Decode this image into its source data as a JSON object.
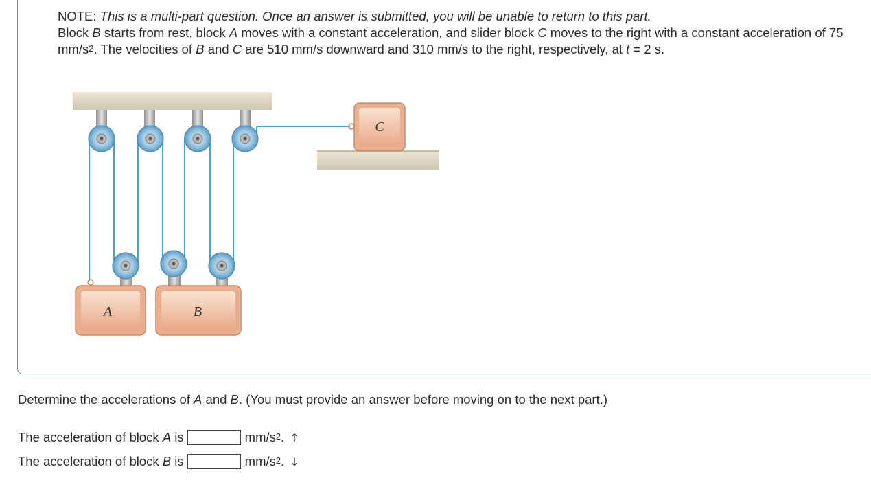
{
  "problem": {
    "note_prefix": "NOTE: ",
    "note_text": "This is a multi-part question. Once an answer is submitted, you will be unable to return to this part.",
    "t1": "Block ",
    "B": "B",
    "t2": " starts from rest, block ",
    "A": "A",
    "t3": " moves with a constant acceleration, and slider block ",
    "C": "C",
    "t4": " moves to the right with a constant acceleration of 75 mm/s",
    "sq": "2",
    "t5": ". The velocities of ",
    "t6": " and ",
    "t7": " are 510 mm/s downward and 310 mm/s to the right, respectively, at ",
    "t": "t",
    "t8": " = 2 s."
  },
  "figure": {
    "label_a": "A",
    "label_b": "B",
    "label_c": "C",
    "colors": {
      "rope": "#3aa6dc",
      "block_fill": "#f4c2a4",
      "block_edge": "#c98a66",
      "ceiling": "#d9d0bb",
      "pulley": "#8fc1de"
    }
  },
  "question": {
    "t1": "Determine the accelerations of ",
    "A": "A",
    "and": " and ",
    "B": "B",
    "t2": ". (You must provide an answer before moving on to the next part.)"
  },
  "answers": {
    "a_pre": "The acceleration of block ",
    "a_var": "A",
    "a_post": " is",
    "a_value": "",
    "a_unit": "mm/s",
    "a_exp": "2",
    "a_dot": ".",
    "a_arrow": "↑",
    "b_pre": "The acceleration of block ",
    "b_var": "B",
    "b_post": " is",
    "b_value": "",
    "b_unit": "mm/s",
    "b_exp": "2",
    "b_dot": ".",
    "b_arrow": "↓"
  }
}
